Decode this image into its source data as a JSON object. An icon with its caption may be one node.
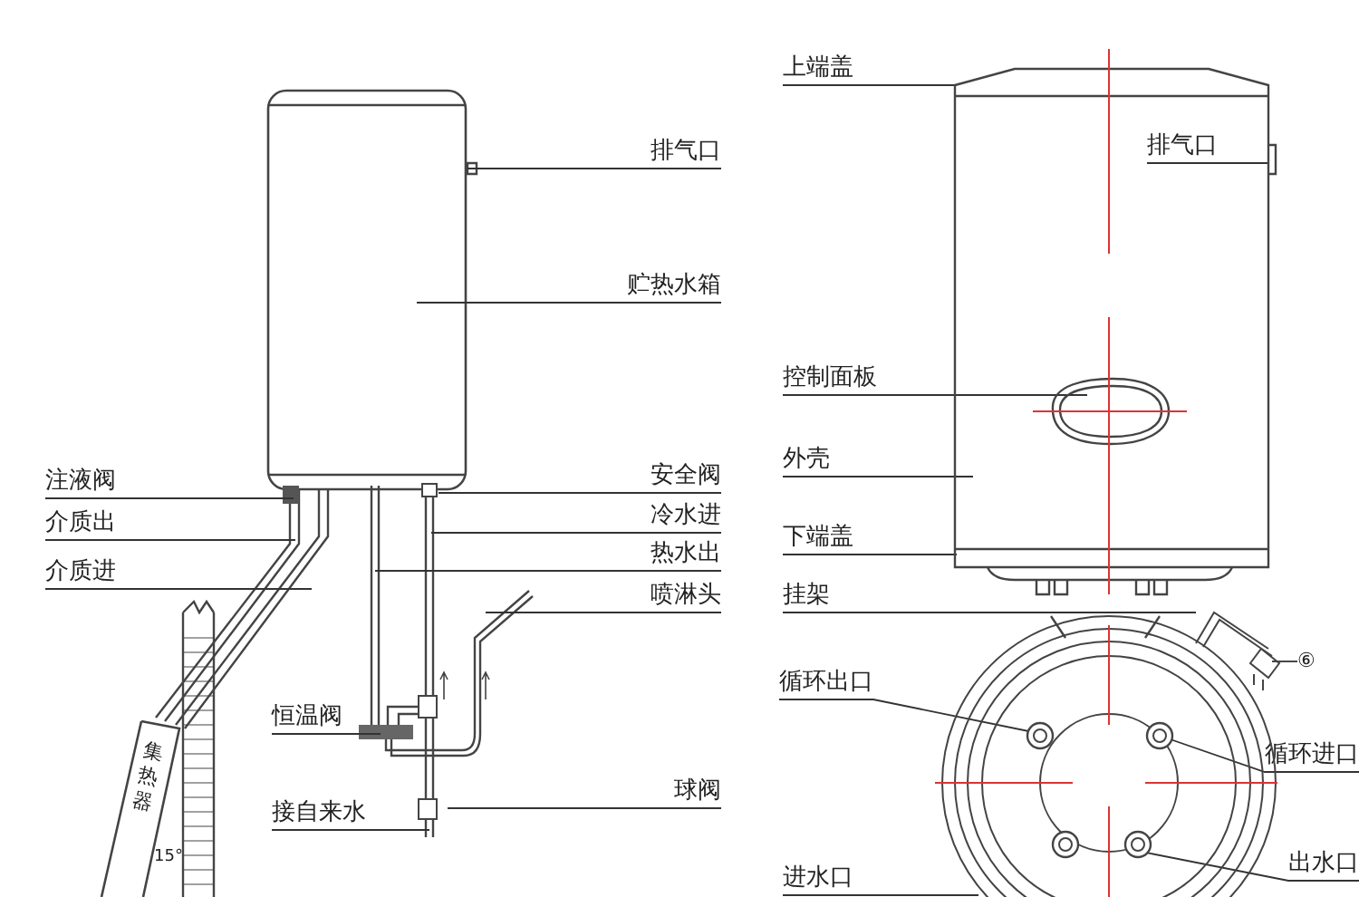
{
  "diagram": {
    "nodes": [
      {
        "text": [
          "排气口"
        ]
      },
      {
        "text": [
          "贮热水箱"
        ]
      },
      {
        "text": [
          "注液阀"
        ]
      },
      {
        "text": [
          "介质出"
        ]
      },
      {
        "text": [
          "介质进"
        ]
      },
      {
        "text": [
          "安全阀"
        ]
      },
      {
        "text": [
          "冷水进"
        ]
      },
      {
        "text": [
          "热水出"
        ]
      },
      {
        "text": [
          "喷淋头"
        ]
      },
      {
        "text": [
          "恒温阀"
        ]
      },
      {
        "text": [
          "接自来水"
        ]
      },
      {
        "text": [
          "球阀"
        ]
      },
      {
        "text": [],
        "shape": "picture"
      },
      {
        "text": [
          "上端盖"
        ]
      },
      {
        "text": [
          "排气口"
        ],
        "in": 12
      },
      {
        "text": [
          "控制面板"
        ]
      },
      {
        "text": [
          "外壳"
        ]
      },
      {
        "text": [
          "下端盖"
        ]
      },
      {
        "text": [
          "挂架"
        ]
      },
      {
        "text": [
          "循环出口"
        ]
      },
      {
        "text": [
          "循环进口"
        ]
      },
      {
        "text": [
          "出水口"
        ]
      },
      {
        "text": [
          "进水口"
        ]
      },
      {
        "text": [
          "⑥"
        ]
      },
      {
        "text": [],
        "shape": "picture"
      }
    ],
    "edges": [
      {
        "from": 0,
        "to": null,
        "arrow": "none"
      },
      {
        "from": 1,
        "to": null,
        "arrow": "none"
      },
      {
        "from": 2,
        "to": null,
        "arrow": "none"
      },
      {
        "from": 3,
        "to": null,
        "arrow": "none"
      },
      {
        "from": 4,
        "to": null,
        "arrow": "none"
      },
      {
        "from": 5,
        "to": null,
        "arrow": "none"
      },
      {
        "from": 6,
        "to": null,
        "arrow": "none"
      },
      {
        "from": 7,
        "to": null,
        "arrow": "none"
      },
      {
        "from": 8,
        "to": null,
        "arrow": "none"
      },
      {
        "from": 9,
        "to": null,
        "arrow": "none"
      },
      {
        "from": 10,
        "to": null,
        "arrow": "none"
      },
      {
        "from": 11,
        "to": null,
        "arrow": "none"
      },
      {
        "from": 13,
        "to": 12,
        "arrow": "none"
      },
      {
        "from": 14,
        "to": 12,
        "arrow": "none"
      },
      {
        "from": 15,
        "to": 12,
        "arrow": "none"
      },
      {
        "from": 16,
        "to": 12,
        "arrow": "none"
      },
      {
        "from": 17,
        "to": 12,
        "arrow": "none"
      },
      {
        "from": 18,
        "to": 24,
        "arrow": "none"
      },
      {
        "from": 19,
        "to": 24,
        "arrow": "none"
      },
      {
        "from": 20,
        "to": 24,
        "arrow": "none"
      },
      {
        "from": 21,
        "to": 24,
        "arrow": "none"
      },
      {
        "from": 22,
        "to": 24,
        "arrow": "none"
      },
      {
        "from": 23,
        "to": 24,
        "arrow": "none"
      }
    ],
    "labels": [
      "集热器",
      "15°"
    ]
  }
}
